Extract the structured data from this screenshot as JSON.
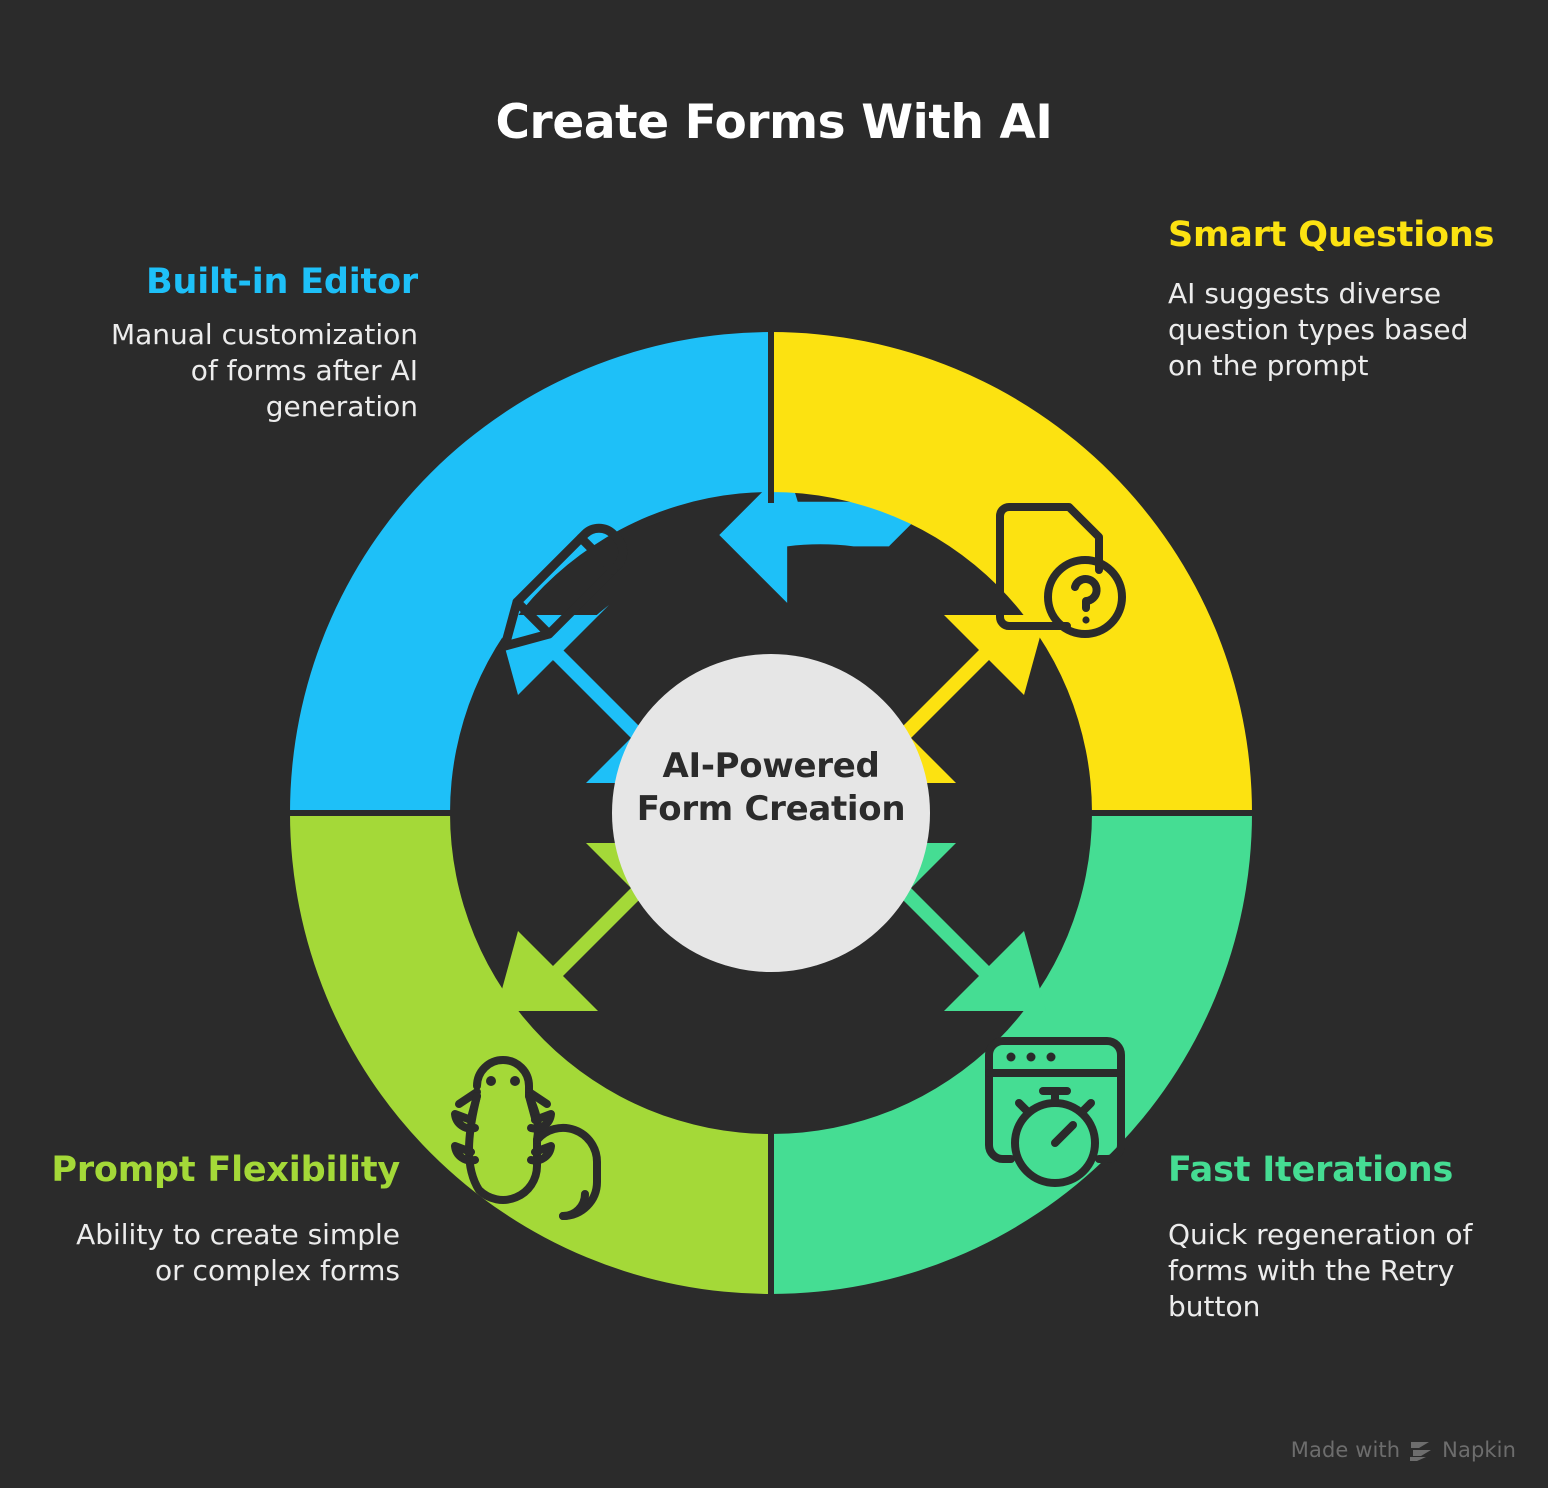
{
  "page": {
    "title": "Create Forms With AI",
    "background_color": "#2b2b2b"
  },
  "center": {
    "label_line1": "AI-Powered",
    "label_line2": "Form Creation",
    "circle_color": "#e6e6e6",
    "text_color": "#2b2b2b"
  },
  "quadrants": [
    {
      "id": "built-in-editor",
      "position": "top-left",
      "heading": "Built-in Editor",
      "description": "Manual customization of forms after AI generation",
      "color": "#1ec0f8",
      "icon": "pencil-icon"
    },
    {
      "id": "smart-questions",
      "position": "top-right",
      "heading": "Smart Questions",
      "description": "AI suggests diverse question types based on the prompt",
      "color": "#fce211",
      "icon": "document-question-icon"
    },
    {
      "id": "fast-iterations",
      "position": "bottom-right",
      "heading": "Fast Iterations",
      "description": "Quick regeneration of forms with the Retry button",
      "color": "#45dd93",
      "icon": "browser-stopwatch-icon"
    },
    {
      "id": "prompt-flexibility",
      "position": "bottom-left",
      "heading": "Prompt Flexibility",
      "description": "Ability to create simple or complex forms",
      "color": "#a4d938",
      "icon": "chameleon-icon"
    }
  ],
  "watermark": {
    "prefix": "Made with",
    "brand": "Napkin",
    "color": "#6d6d6d"
  }
}
